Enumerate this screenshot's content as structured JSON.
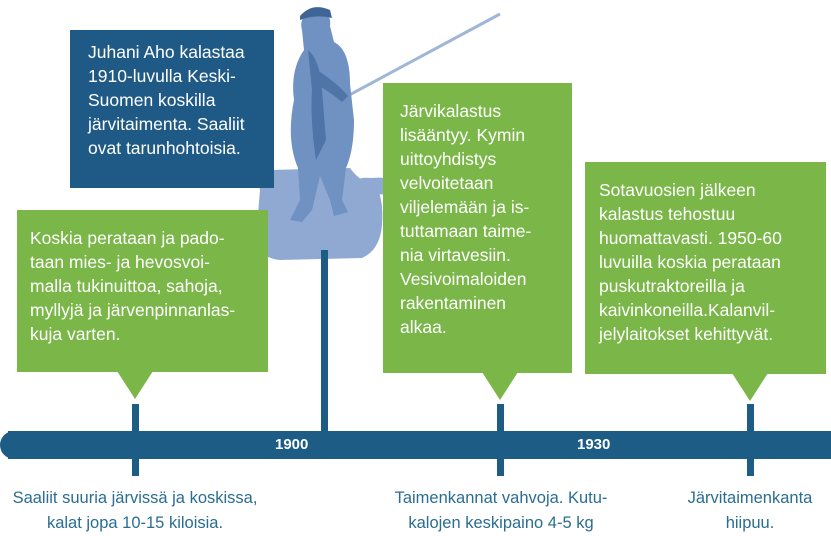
{
  "colors": {
    "green": "#7ab648",
    "navy": "#1f5a86",
    "bar": "#1d5c85",
    "caption": "#2a6d92"
  },
  "timeline": {
    "year_1900": "1900",
    "year_1930": "1930"
  },
  "boxes": {
    "aho": "Juhani Aho kalastaa\n1910-luvulla Keski-\nSuomen koskilla\njärvitaimenta. Saaliit\novat tarunhohtoisia.",
    "rivers": "Koskia perataan ja pado-\ntaan mies- ja hevosvoi-\nmalla tukinuittoa, sahoja,\nmyllyjä ja järvenpinnanlas-\nkuja varten.",
    "lake": "Järvikalastus\nlisääntyy. Kymin\nuittoyhdistys\nvelvoitetaan\nviljelemään ja is-\ntuttamaan taime-\nnia virtavesiin.\nVesivoimaloiden\nrakentaminen\nalkaa.",
    "postwar": "Sotavuosien jälkeen\nkalastus tehostuu\nhuomattavasti. 1950-60\nluvuilla koskia perataan\npuskutraktoreilla ja\nkaivinkoneilla.Kalanvil-\njelylaitokset kehittyvät."
  },
  "captions": {
    "left": "Saaliit suuria järvissä ja koskissa,\nkalat jopa 10-15 kiloisia.",
    "middle": "Taimenkannat vahvoja. Kutu-\nkalojen keskipaino 4-5 kg",
    "right": "Järvitaimenkanta\nhiipuu."
  },
  "illustration": "fisherman-icon"
}
